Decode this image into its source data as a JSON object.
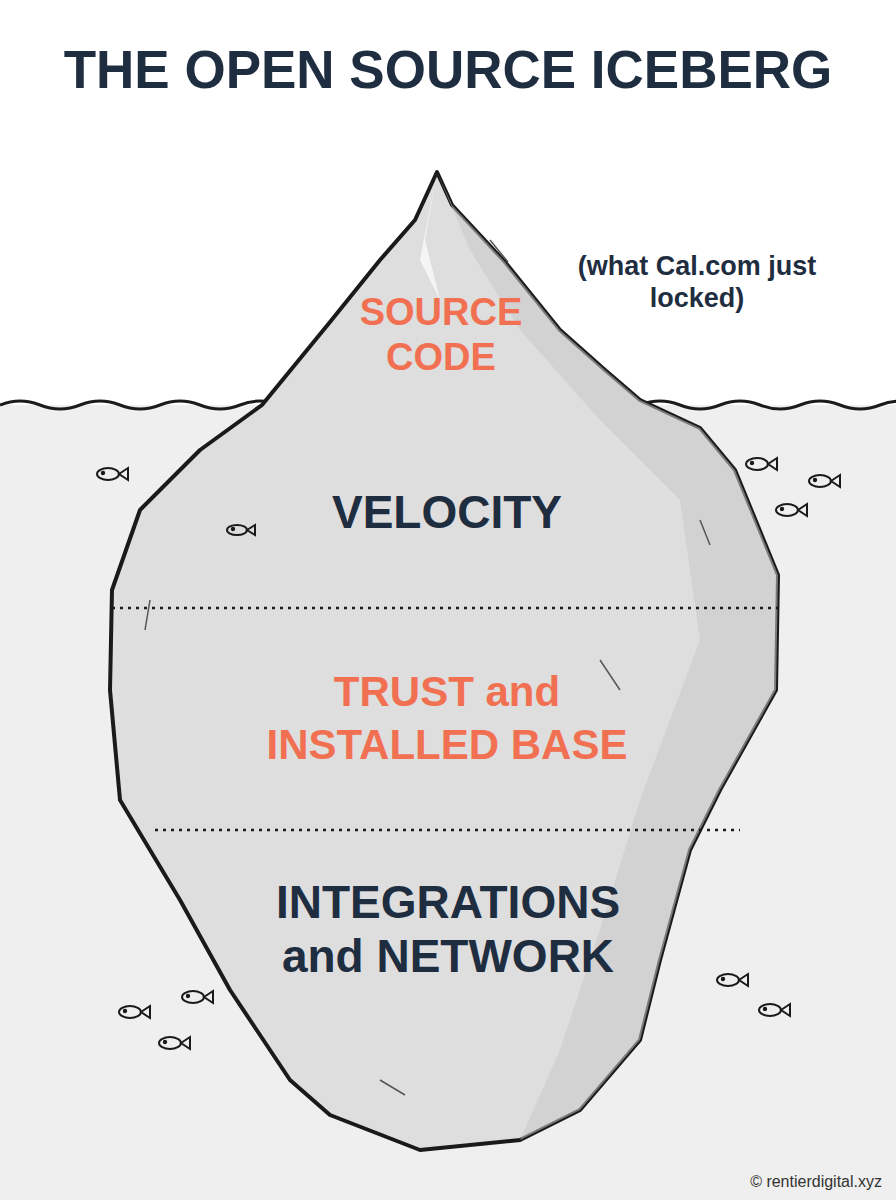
{
  "diagram": {
    "title": "THE OPEN SOURCE ICEBERG",
    "nodes": [
      {
        "text": [
          "SOURCE CODE"
        ]
      },
      {
        "text": [
          "VELOCITY"
        ]
      },
      {
        "text": [
          "TRUST and INSTALLED BASE"
        ]
      },
      {
        "text": [
          "INTEGRATIONS and NETWORK"
        ]
      }
    ],
    "labels": [
      "(what Cal.com just locked)",
      "© rentierdigital.xyz"
    ]
  }
}
